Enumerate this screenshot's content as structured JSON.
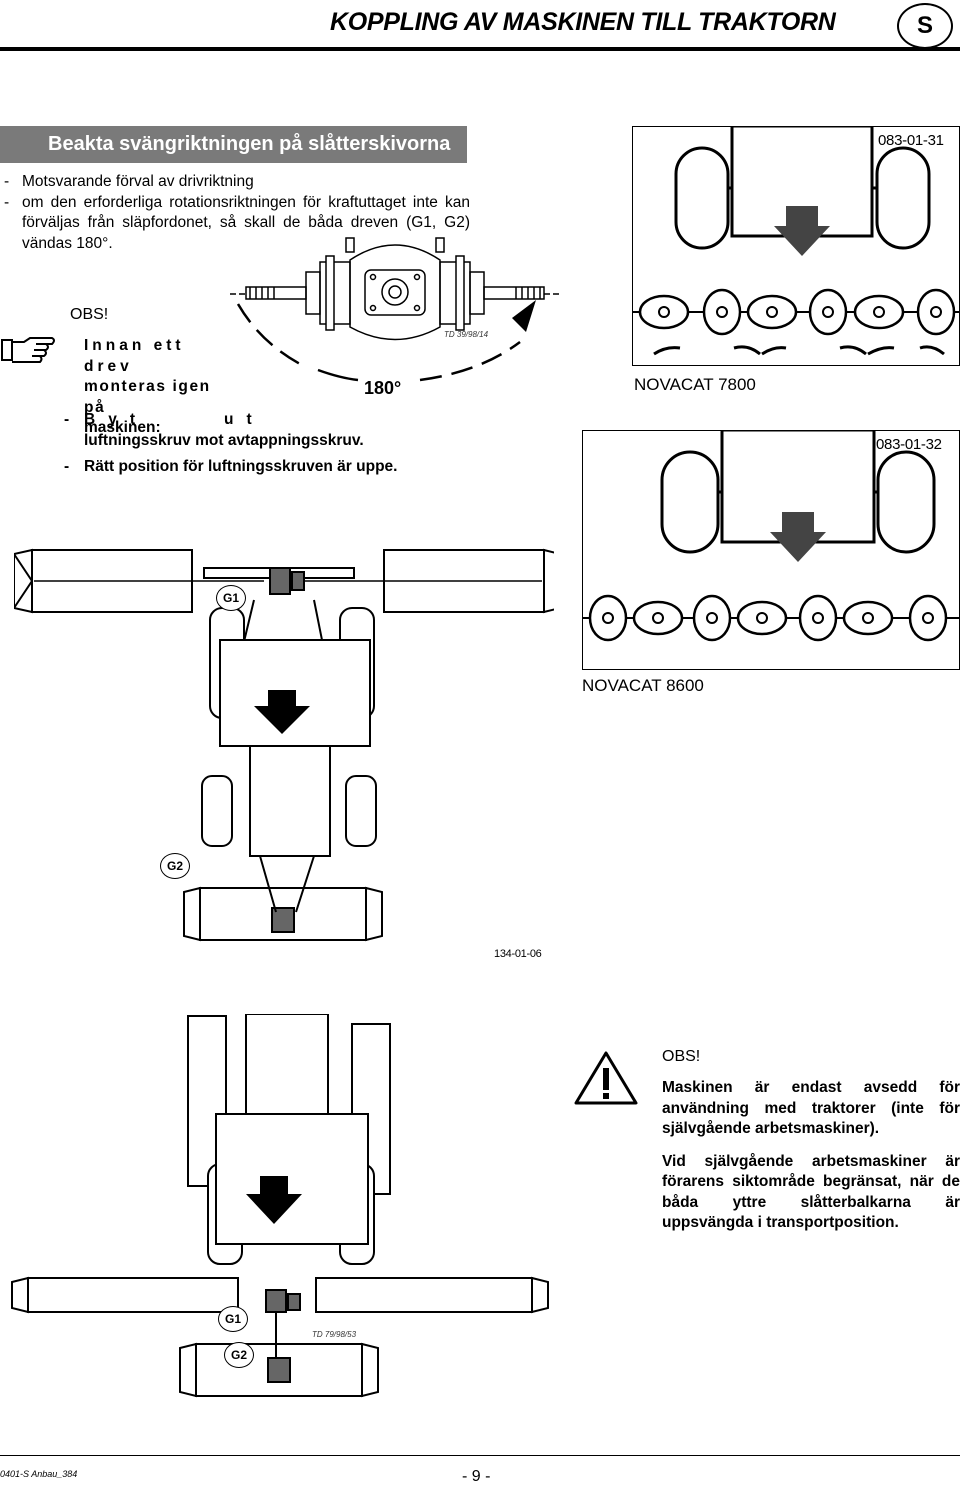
{
  "header": {
    "title": "KOPPLING AV MASKINEN TILL TRAKTORN",
    "lang": "S"
  },
  "section": {
    "title": "Beakta svängriktningen på slåtterskivorna"
  },
  "bullets": [
    "Motsvarande förval av drivriktning",
    "om den erforderliga rotationsriktningen för kraftuttaget inte kan förväljas från släpfordonet, så skall de båda dreven (G1, G2) vändas 180°."
  ],
  "note1": {
    "heading": "OBS!",
    "intro_line1": "Innan ett drev",
    "intro_line2": "monteras igen på",
    "intro_line3": "maskinen:",
    "item1_a": "Byt",
    "item1_b": "ut",
    "item1_c": "luftningsskruv mot avtappningsskruv.",
    "item2": "Rätt position för luftningsskruven är uppe."
  },
  "gearbox_figure": {
    "angle_label": "180°",
    "ref": "TD 39/98/14"
  },
  "figures": {
    "novacat7800": {
      "ref": "083-01-31",
      "label": "NOVACAT 7800"
    },
    "novacat8600": {
      "ref": "083-01-32",
      "label": "NOVACAT 8600"
    },
    "layout_work": {
      "ref": "134-01-06",
      "g1": "G1",
      "g2": "G2"
    },
    "layout_transport": {
      "ref": "TD 79/98/53",
      "g1": "G1",
      "g2": "G2"
    }
  },
  "warning": {
    "heading": "OBS!",
    "para1": "Maskinen är endast avsedd för användning med traktorer (inte för självgående arbetsmaskiner).",
    "para2": "Vid självgående arbetsmaskiner är förarens siktområde begränsat, när de båda yttre slåtterbalkarna är uppsvängda i transportposition."
  },
  "footer": {
    "code": "0401-S Anbau_384",
    "page": "- 9 -"
  },
  "icons": [
    "hand-pointing-icon",
    "warning-triangle-icon",
    "down-arrow-icon",
    "rotation-arrow-icon"
  ]
}
